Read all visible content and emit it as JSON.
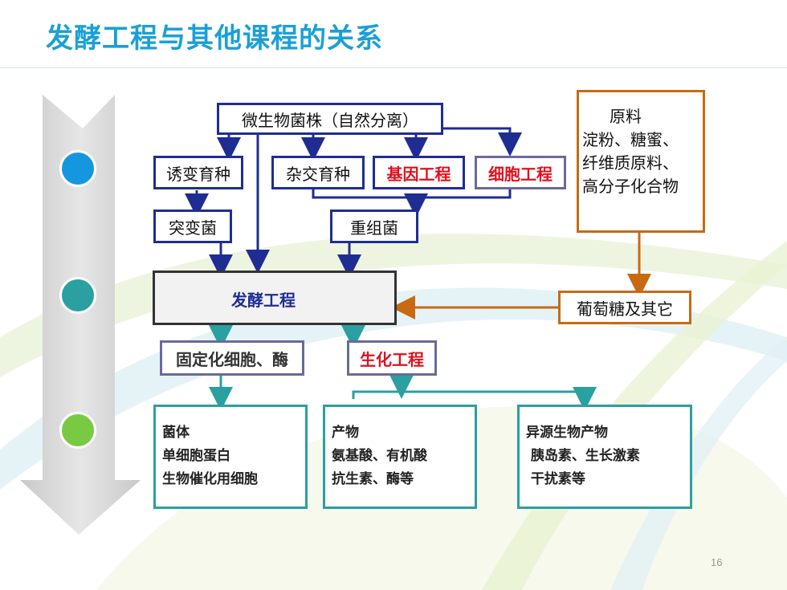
{
  "title": "发酵工程与其他课程的关系",
  "page_number": "16",
  "colors": {
    "title": "#1aa0d6",
    "dot_blue": "#1497de",
    "dot_teal": "#2aa0a0",
    "dot_green": "#7ac943",
    "navy": "#1f2d93",
    "orange": "#c86a12",
    "teal": "#2aa0a0",
    "red": "#e0101e"
  },
  "nodes": {
    "source": "微生物菌株（自然分离）",
    "mutagenesis": "诱变育种",
    "hybrid": "杂交育种",
    "gene_eng": "基因工程",
    "cell_eng": "细胞工程",
    "mutant": "突变菌",
    "recombinant": "重组菌",
    "fermentation": "发酵工程",
    "raw_material": {
      "title": "原料",
      "lines": [
        "淀粉、糖蜜、",
        "纤维质原料、",
        "高分子化合物"
      ]
    },
    "glucose": "葡萄糖及其它",
    "immobilized": "固定化细胞、酶",
    "biochem": "生化工程",
    "output_1": [
      "菌体",
      "单细胞蛋白",
      "生物催化用细胞"
    ],
    "output_2": [
      "产物",
      "氨基酸、有机酸",
      "抗生素、酶等"
    ],
    "output_3": [
      "异源生物产物",
      " 胰岛素、生长激素",
      " 干扰素等"
    ]
  }
}
